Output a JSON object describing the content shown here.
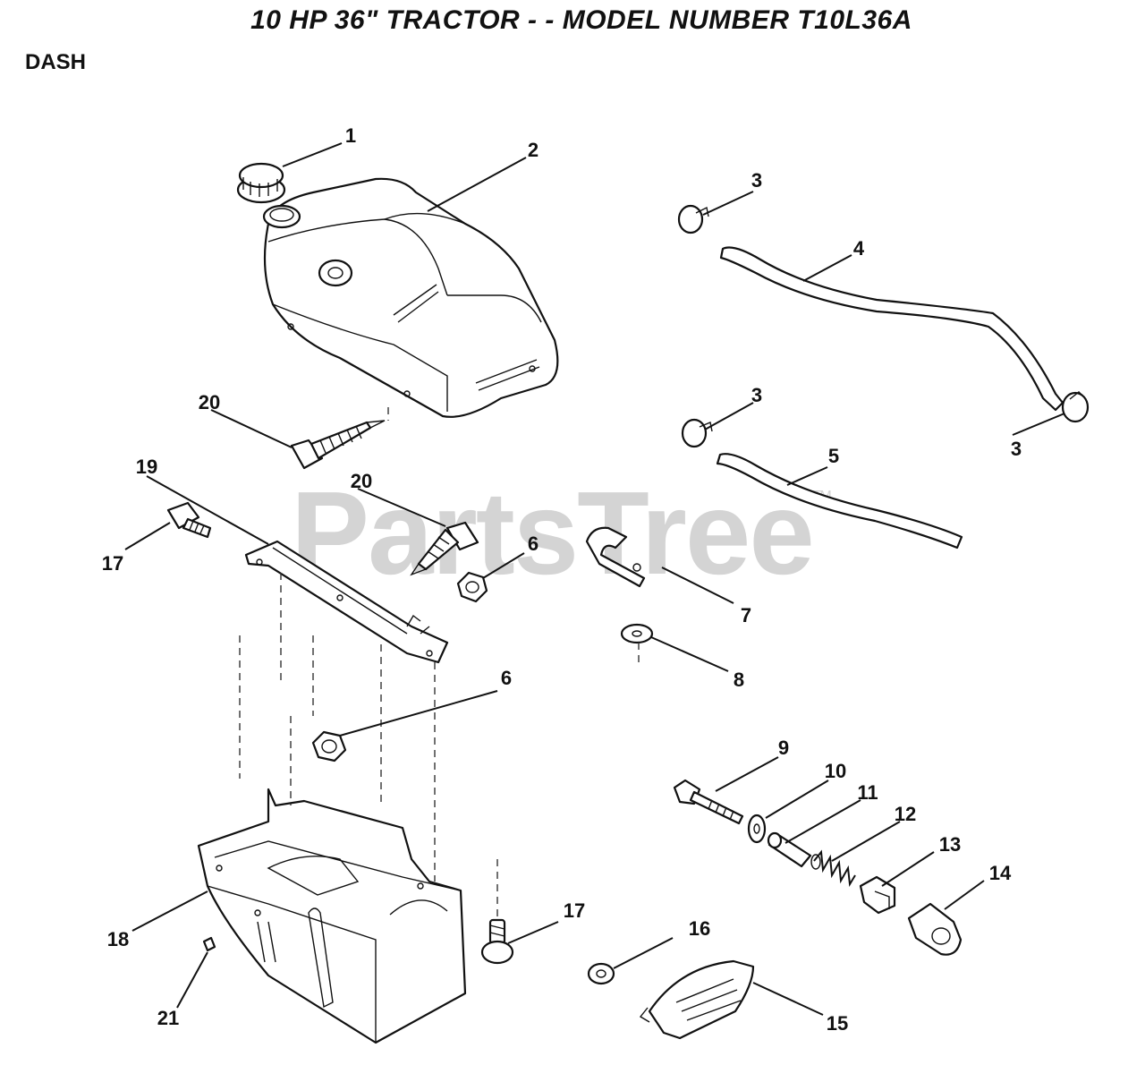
{
  "header": {
    "title": "10 HP  36\"  TRACTOR  - - MODEL NUMBER T10L36A",
    "section": "DASH"
  },
  "watermark": {
    "text": "PartsTree",
    "tm": "TM"
  },
  "callouts": {
    "c1": "1",
    "c2": "2",
    "c3a": "3",
    "c3b": "3",
    "c3c": "3",
    "c4": "4",
    "c5": "5",
    "c6a": "6",
    "c6b": "6",
    "c7": "7",
    "c8": "8",
    "c9": "9",
    "c10": "10",
    "c11": "11",
    "c12": "12",
    "c13": "13",
    "c14": "14",
    "c15": "15",
    "c16": "16",
    "c17a": "17",
    "c17b": "17",
    "c18": "18",
    "c19": "19",
    "c20a": "20",
    "c20b": "20",
    "c21": "21"
  },
  "colors": {
    "ink": "#111111",
    "watermark": "#d4d4d4",
    "background": "#ffffff"
  }
}
